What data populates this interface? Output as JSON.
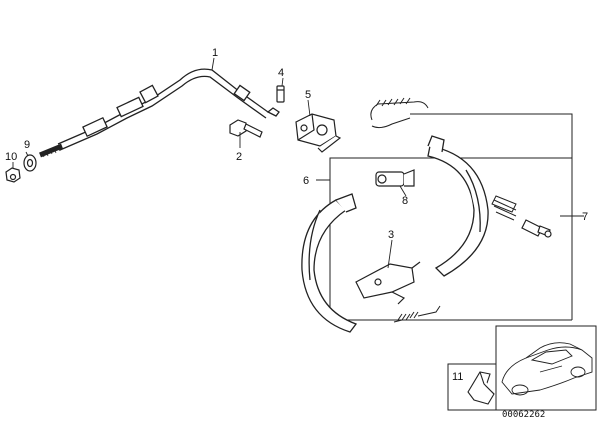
{
  "parts": [
    {
      "id": "part-1",
      "label": "1"
    },
    {
      "id": "part-2",
      "label": "2"
    },
    {
      "id": "part-3",
      "label": "3"
    },
    {
      "id": "part-4",
      "label": "4"
    },
    {
      "id": "part-5",
      "label": "5"
    },
    {
      "id": "part-6",
      "label": "6"
    },
    {
      "id": "part-7",
      "label": "7"
    },
    {
      "id": "part-8",
      "label": "8"
    },
    {
      "id": "part-9",
      "label": "9"
    },
    {
      "id": "part-10",
      "label": "10"
    },
    {
      "id": "part-11",
      "label": "11"
    }
  ],
  "doc_number": "00062262"
}
